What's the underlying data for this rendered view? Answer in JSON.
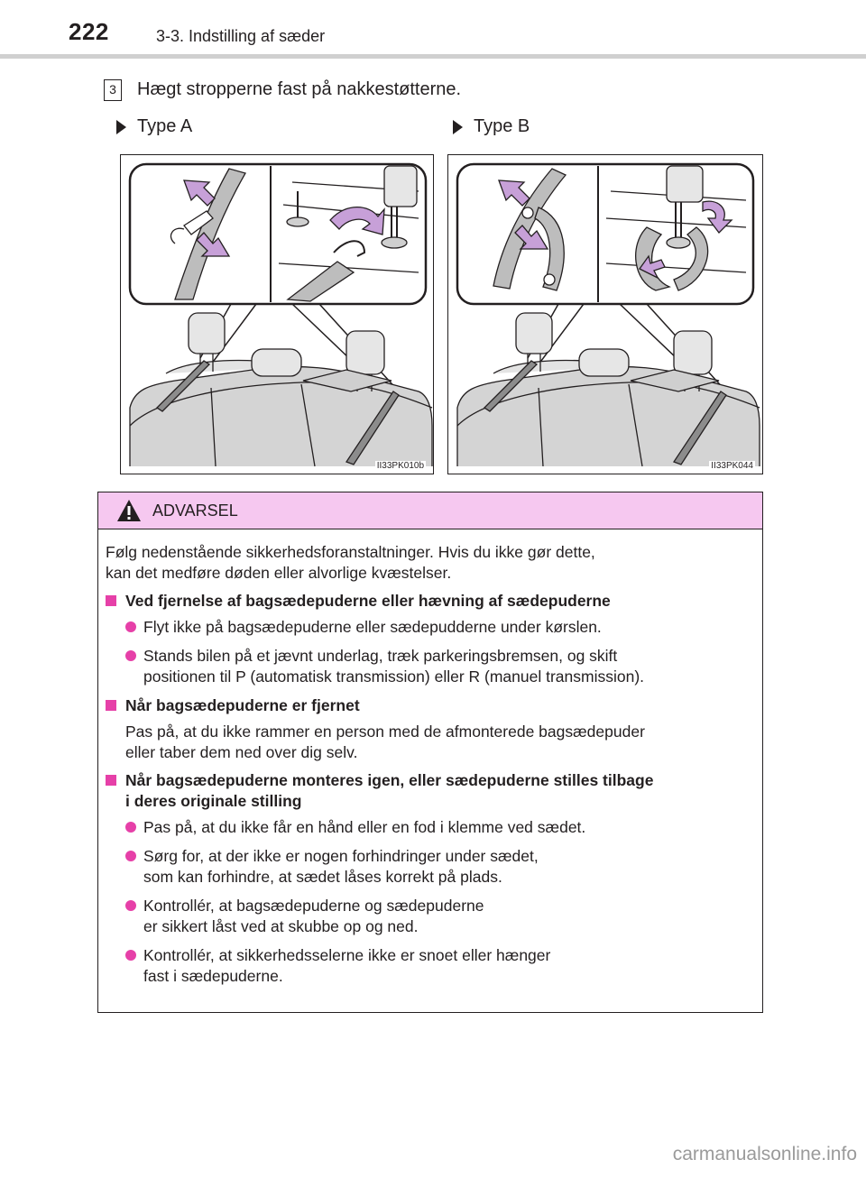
{
  "header": {
    "page_number": "222",
    "section_title": "3-3. Indstilling af sæder"
  },
  "step": {
    "number": "3",
    "text": "Hægt stropperne fast på nakkestøtterne."
  },
  "figures": [
    {
      "label": "Type A",
      "code": "II33PK010b"
    },
    {
      "label": "Type B",
      "code": "II33PK044"
    }
  ],
  "warning": {
    "title": "ADVARSEL",
    "intro": "Følg nedenstående sikkerhedsforanstaltninger. Hvis du ikke gør dette,\nkan det medføre døden eller alvorlige kvæstelser.",
    "sections": [
      {
        "heading": "Ved fjernelse af bagsædepuderne eller hævning af sædepuderne",
        "bullets": [
          "Flyt ikke på bagsædepuderne eller sædepudderne under kørslen.",
          "Stands bilen på et jævnt underlag, træk parkeringsbremsen, og skift\npositionen til P (automatisk transmission) eller R (manuel transmission)."
        ]
      },
      {
        "heading": "Når bagsædepuderne er fjernet",
        "text": "Pas på, at du ikke rammer en person med de afmonterede bagsædepuder\neller taber dem ned over dig selv."
      },
      {
        "heading": "Når bagsædepuderne monteres igen, eller sædepuderne stilles tilbage\ni deres originale stilling",
        "bullets": [
          "Pas på, at du ikke får en hånd eller en fod i klemme ved sædet.",
          "Sørg for, at der ikke er nogen forhindringer under sædet,\nsom kan forhindre, at sædet låses korrekt på plads.",
          "Kontrollér, at bagsædepuderne og sædepuderne\ner sikkert låst ved at skubbe op og ned.",
          "Kontrollér, at sikkerhedsselerne ikke er snoet eller hænger\nfast i sædepuderne."
        ]
      }
    ]
  },
  "watermark": "carmanualsonline.info",
  "colors": {
    "accent": "#e640a8",
    "warning_header": "#f6c8f0",
    "rule": "#d0d0d0"
  }
}
